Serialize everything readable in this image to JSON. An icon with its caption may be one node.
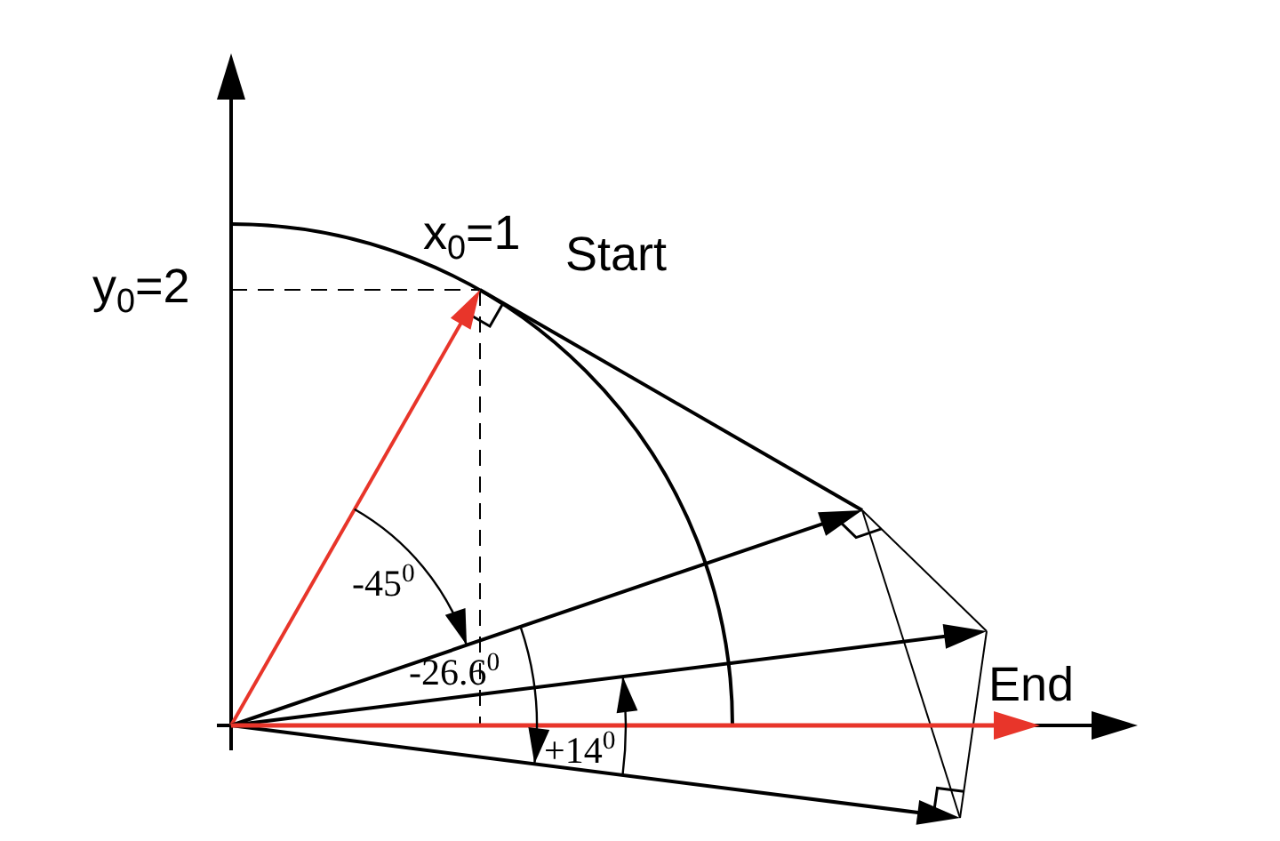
{
  "diagram": {
    "labels": [
      "y$_{0}$=2",
      "x$_{0}$=1",
      "Start",
      "-45$^{0}$",
      "-26.6$^{0}$",
      "+14$^{0}$",
      "End"
    ]
  }
}
